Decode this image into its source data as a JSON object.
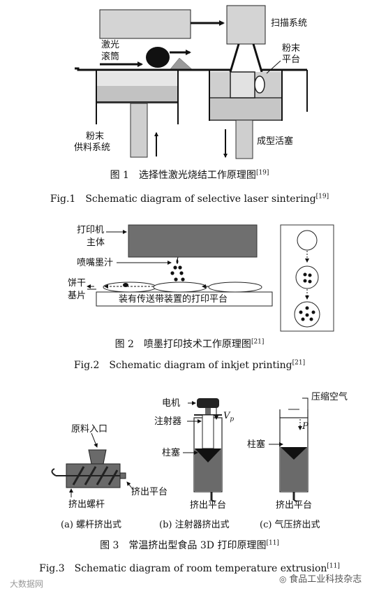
{
  "fig1": {
    "labels": {
      "laser": "激光",
      "roller": "滚筒",
      "scan_system": "扫描系统",
      "powder_platform_1": "粉末",
      "powder_platform_2": "平台",
      "powder_supply_1": "粉末",
      "powder_supply_2": "供料系统",
      "piston": "成型活塞"
    },
    "caption_cn": "图 1　选择性激光烧结工作原理图",
    "caption_cn_ref": "[19]",
    "caption_en": "Fig.1　Schematic diagram of selective laser sintering",
    "caption_en_ref": "[19]"
  },
  "fig2": {
    "labels": {
      "printer_1": "打印机",
      "printer_2": "主体",
      "nozzle_ink": "喷嘴墨汁",
      "biscuit_1": "饼干",
      "biscuit_2": "基片",
      "platform": "装有传送带装置的打印平台"
    },
    "caption_cn": "图 2　喷墨打印技术工作原理图",
    "caption_cn_ref": "[21]",
    "caption_en": "Fig.2　Schematic diagram of inkjet printing",
    "caption_en_ref": "[21]"
  },
  "fig3": {
    "labels": {
      "motor": "电机",
      "syringe": "注射器",
      "vp_main": "V",
      "vp_sub": "p",
      "plunger_b": "柱塞",
      "compressed_air": "压缩空气",
      "pressure": "P",
      "plunger_c": "柱塞",
      "material_inlet": "原料入口",
      "platform_a": "挤出平台",
      "screw": "挤出螺杆",
      "platform_b": "挤出平台",
      "platform_c": "挤出平台",
      "sub_a": "(a) 螺杆挤出式",
      "sub_b": "(b) 注射器挤出式",
      "sub_c": "(c) 气压挤出式"
    },
    "caption_cn": "图 3　常温挤出型食品 3D 打印原理图",
    "caption_cn_ref": "[11]",
    "caption_en": "Fig.3　Schematic diagram of room temperature extrusion",
    "caption_en_ref": "[11]"
  },
  "watermark": {
    "left": "大数据网",
    "right": "食品工业科技杂志"
  }
}
